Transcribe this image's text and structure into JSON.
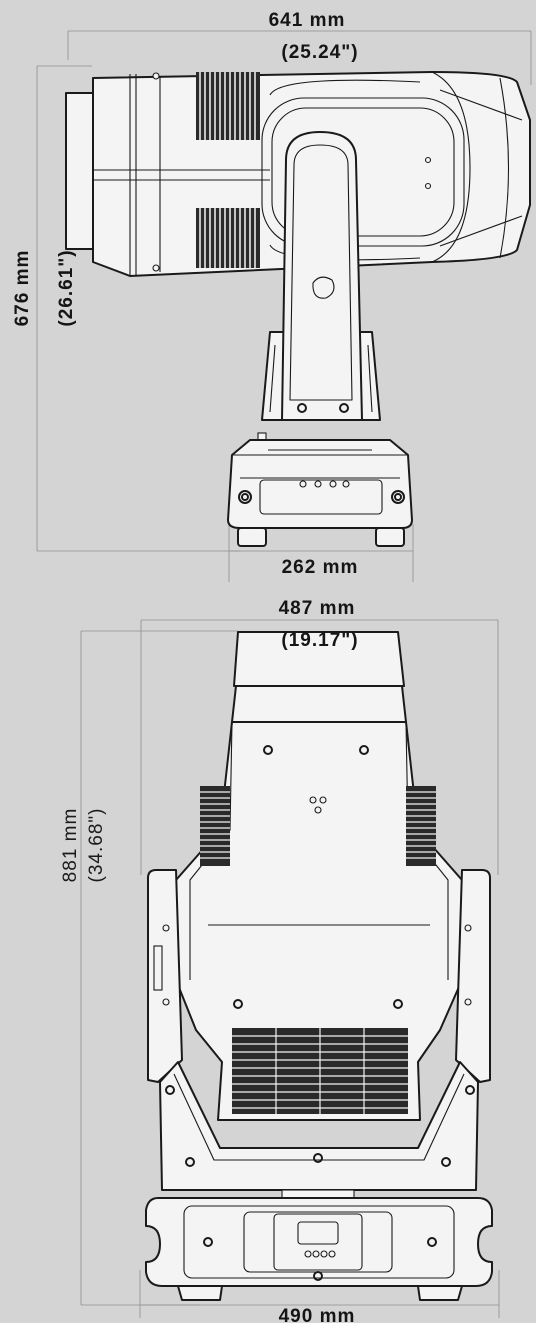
{
  "side_view": {
    "width_mm": "641 mm",
    "width_in": "(25.24\")",
    "height_mm": "676 mm",
    "height_in": "(26.61\")",
    "base_mm": "262 mm"
  },
  "front_view": {
    "width_mm": "487 mm",
    "width_in": "(19.17\")",
    "height_mm": "881 mm",
    "height_in": "(34.68\")",
    "base_mm": "490 mm"
  },
  "colors": {
    "background": "#d4d4d4",
    "body_fill": "#f4f4f4",
    "line": "#1a1a1a",
    "dimension_line": "#8f8f8f"
  }
}
